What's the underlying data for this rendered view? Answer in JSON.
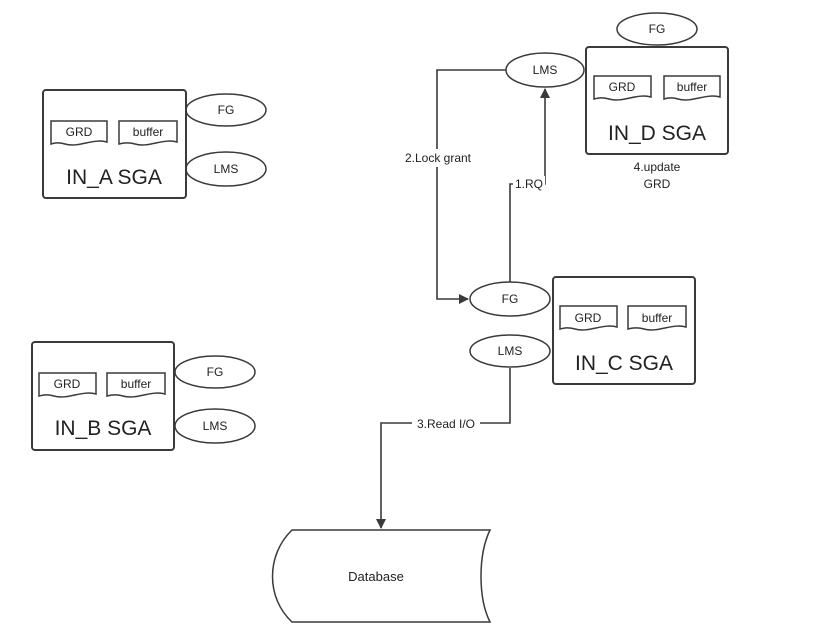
{
  "instances": [
    {
      "title": "IN_A SGA",
      "grd": "GRD",
      "buffer": "buffer",
      "fg": "FG",
      "lms": "LMS"
    },
    {
      "title": "IN_B SGA",
      "grd": "GRD",
      "buffer": "buffer",
      "fg": "FG",
      "lms": "LMS"
    },
    {
      "title": "IN_C SGA",
      "grd": "GRD",
      "buffer": "buffer",
      "fg": "FG",
      "lms": "LMS"
    },
    {
      "title": "IN_D SGA",
      "grd": "GRD",
      "buffer": "buffer",
      "fg": "FG",
      "lms": "LMS"
    }
  ],
  "steps": {
    "rq": "1.RQ",
    "lock_grant": "2.Lock grant",
    "read_io": "3.Read I/O",
    "update_line1": "4.update",
    "update_line2": "GRD"
  },
  "database": {
    "label": "Database"
  },
  "colors": {
    "stroke": "#3a3a3a",
    "text": "#222222",
    "background": "#ffffff"
  }
}
